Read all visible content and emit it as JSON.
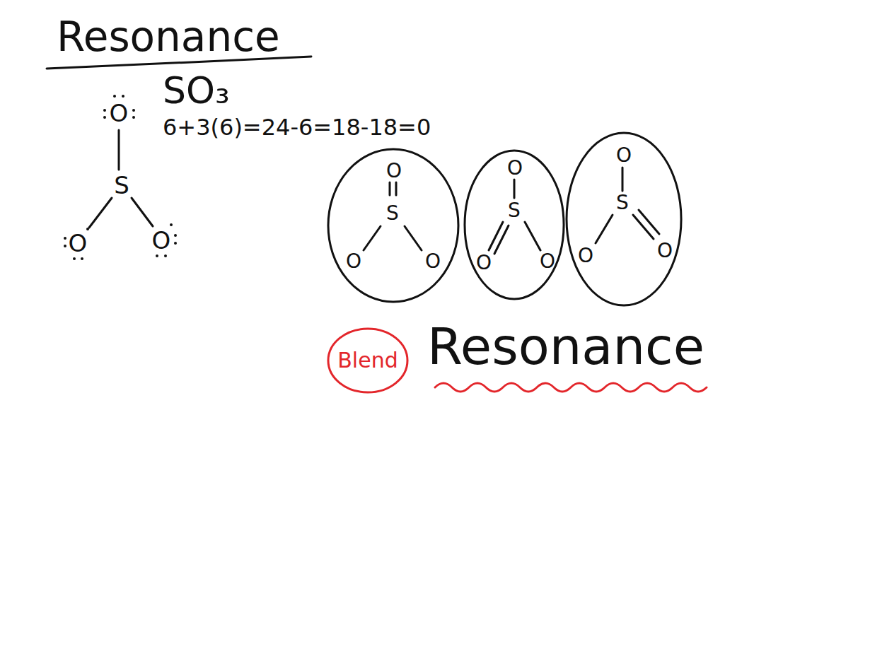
{
  "diagram": {
    "title": "Resonance",
    "nodes": [
      {
        "text": [
          "O",
          "S",
          "O",
          "O"
        ]
      },
      {
        "text": [
          "O",
          "S",
          "O",
          "O"
        ]
      },
      {
        "text": [
          "O",
          "S",
          "O",
          "O"
        ]
      },
      {
        "text": [
          "Blend"
        ]
      }
    ],
    "labels": [
      "SO₃",
      "6+3(6)=24-6=18-18=0",
      "O",
      "S",
      "O",
      "O",
      "Resonance"
    ]
  }
}
